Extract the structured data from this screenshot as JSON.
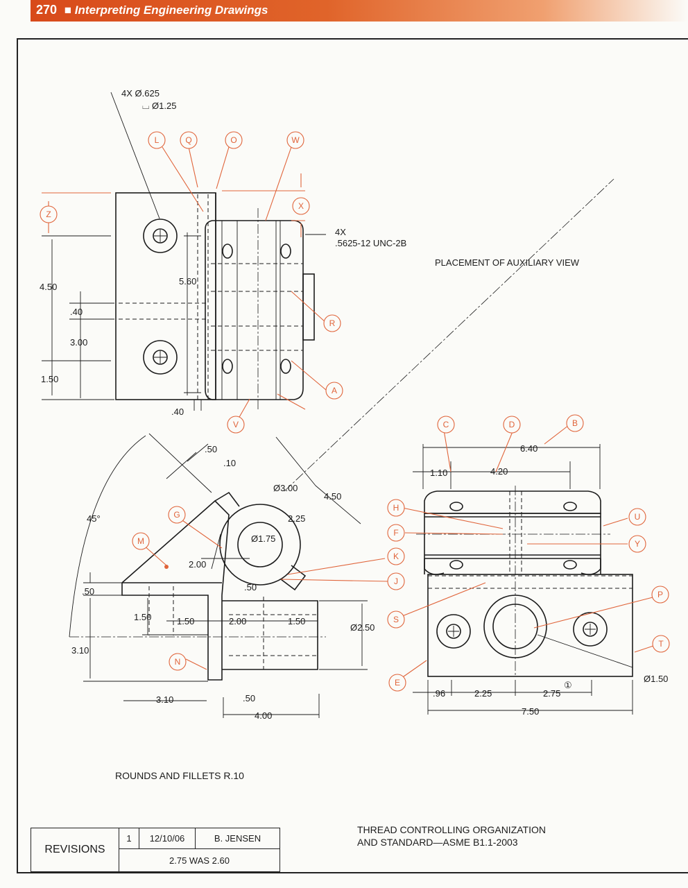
{
  "header": {
    "page_number": "270",
    "separator": "■",
    "title": "Interpreting Engineering Drawings"
  },
  "callouts": {
    "hole_spec_1": "4X Ø.625",
    "hole_spec_2": "⌴ Ø1.25",
    "thread_spec_1": "4X",
    "thread_spec_2": ".5625-12 UNC-2B",
    "aux_view": "PLACEMENT OF AUXILIARY VIEW"
  },
  "dimensions": {
    "top_view": [
      "4.50",
      "5.60",
      ".40",
      "3.00",
      "1.50",
      ".40"
    ],
    "aux_view": [
      ".50",
      ".10",
      "Ø3.00",
      "4.50",
      "2.25",
      "45°",
      "Ø1.75",
      "2.00",
      ".50",
      ".50",
      "1.50",
      "1.50",
      "2.00",
      "1.50",
      "Ø2.50",
      "3.10",
      "3.10",
      ".50",
      "4.00"
    ],
    "front_view": [
      "6.40",
      "1.10",
      "4.20",
      ".96",
      "2.25",
      "2.75",
      "①",
      "7.50",
      "Ø1.50"
    ]
  },
  "labels": [
    "L",
    "Q",
    "O",
    "W",
    "Z",
    "X",
    "R",
    "A",
    "V",
    "M",
    "G",
    "N",
    "H",
    "F",
    "K",
    "J",
    "S",
    "E",
    "C",
    "D",
    "B",
    "U",
    "Y",
    "P",
    "T"
  ],
  "notes": {
    "rounds": "ROUNDS AND FILLETS R.10",
    "thread_org_1": "THREAD CONTROLLING ORGANIZATION",
    "thread_org_2": "AND STANDARD—ASME B1.1-2003"
  },
  "revisions": {
    "label": "REVISIONS",
    "number": "1",
    "date": "12/10/06",
    "by": "B. JENSEN",
    "change": "2.75 WAS 2.60"
  },
  "colors": {
    "accent": "#e0643a",
    "ink": "#1b1b1b"
  }
}
